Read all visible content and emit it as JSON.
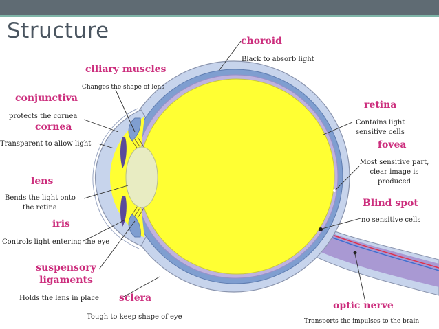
{
  "slide": {
    "title": "Structure"
  },
  "labels": {
    "choroid": {
      "name": "choroid",
      "desc": "Black to absorb light"
    },
    "ciliary_muscles": {
      "name": "ciliary muscles",
      "desc": "Changes the shape of lens"
    },
    "conjunctiva": {
      "name": "conjunctiva",
      "desc": "protects the cornea"
    },
    "cornea": {
      "name": "cornea",
      "desc": "Transparent to allow light"
    },
    "lens": {
      "name": "lens",
      "desc_line1": "Bends the light onto",
      "desc_line2": "the retina"
    },
    "iris": {
      "name": "iris",
      "desc": "Controls light entering the eye"
    },
    "suspensory": {
      "name_line1": "suspensory",
      "name_line2": "ligaments",
      "desc": "Holds the lens in place"
    },
    "sclera": {
      "name": "sclera",
      "desc": "Tough to keep shape of eye"
    },
    "retina": {
      "name": "retina",
      "desc_line1": "Contains light",
      "desc_line2": "sensitive cells"
    },
    "fovea": {
      "name": "fovea",
      "desc_line1": "Most sensitive part,",
      "desc_line2": "clear image is",
      "desc_line3": "produced"
    },
    "blind_spot": {
      "name": "Blind spot",
      "desc": "no sensitive cells"
    },
    "optic_nerve": {
      "name": "optic nerve",
      "desc": "Transports the impulses to the brain"
    }
  },
  "colors": {
    "label_heading": "#cc2e7d",
    "vitreous": "#ffff33",
    "sclera": "#c7d4ec",
    "choroid": "#7f9ed0",
    "retina": "#bfb3de",
    "lens": "#e8ecc2",
    "iris": "#5a4a9a",
    "topbar": "#5f6b73"
  }
}
